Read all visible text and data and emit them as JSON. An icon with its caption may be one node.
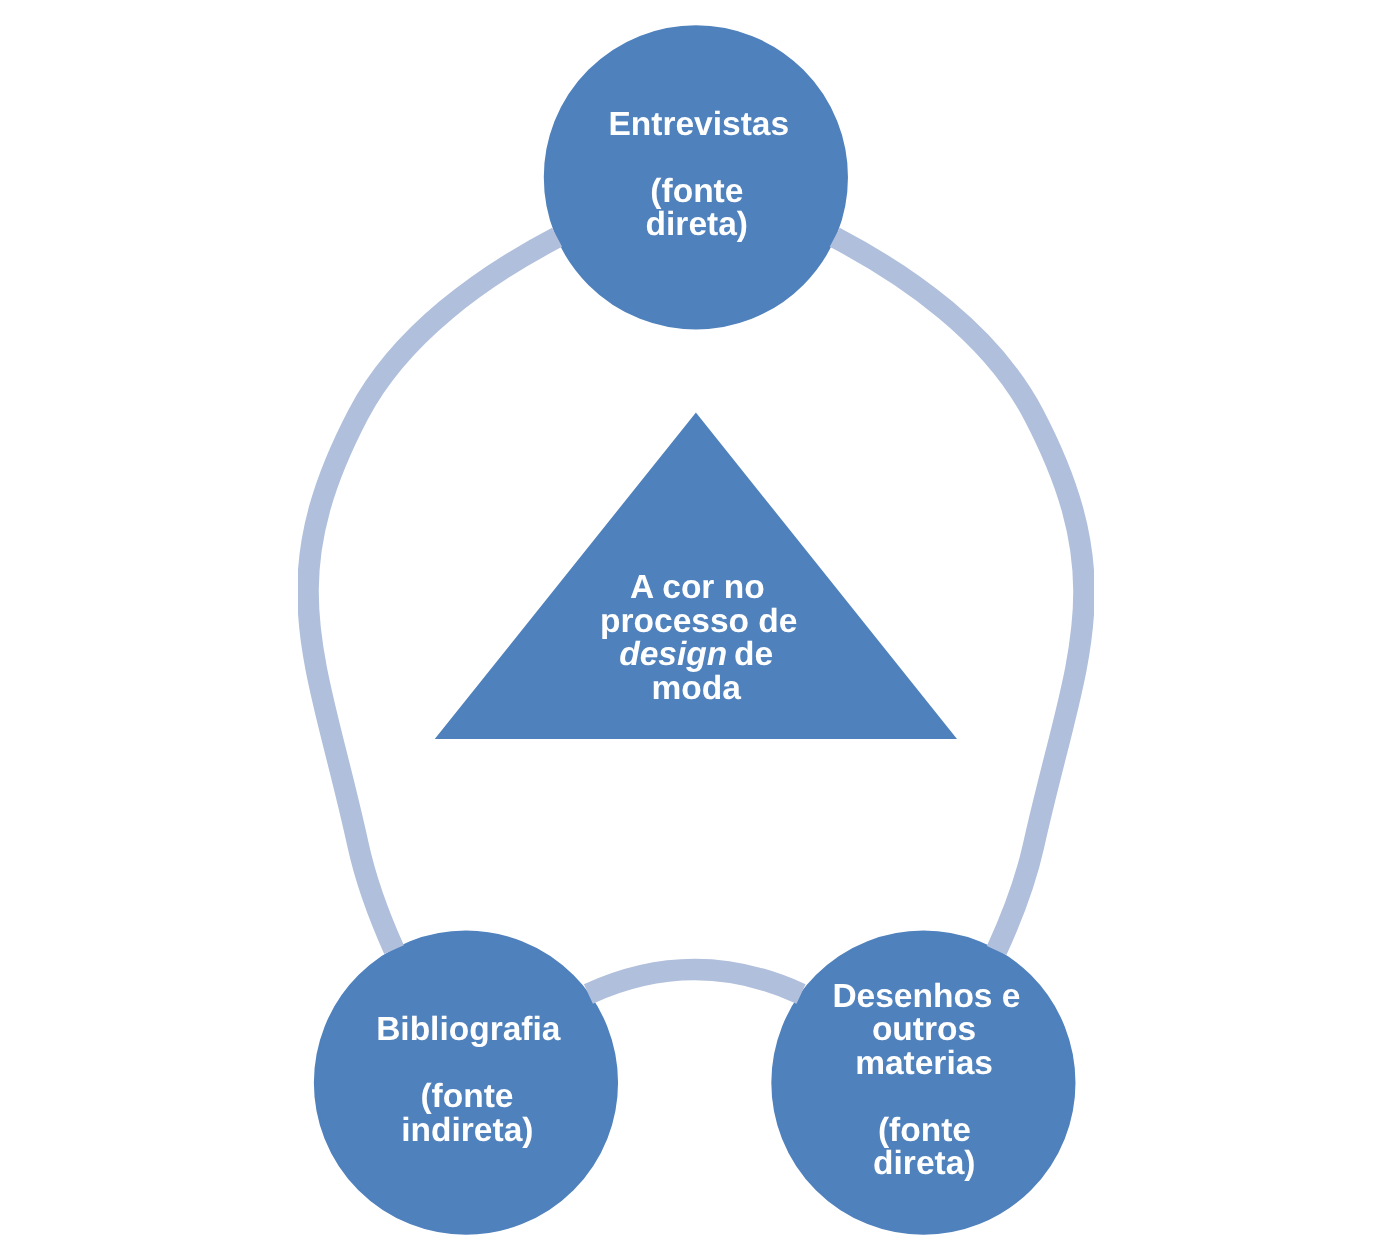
{
  "diagram": {
    "nodes": [
      {
        "text": [
          "Entrevistas",
          "(fonte direta)"
        ]
      },
      {
        "text": [
          "A cor no processo de *design* de moda"
        ]
      },
      {
        "text": [
          "Bibliografia",
          "(fonte indireta)"
        ]
      },
      {
        "text": [
          "Desenhos e outros materias",
          "(fonte direta)"
        ]
      }
    ],
    "edges": [
      {
        "from": 0,
        "to": 3,
        "arrow": "none"
      },
      {
        "from": 3,
        "to": 2,
        "arrow": "none"
      },
      {
        "from": 2,
        "to": 0,
        "arrow": "none"
      }
    ]
  }
}
